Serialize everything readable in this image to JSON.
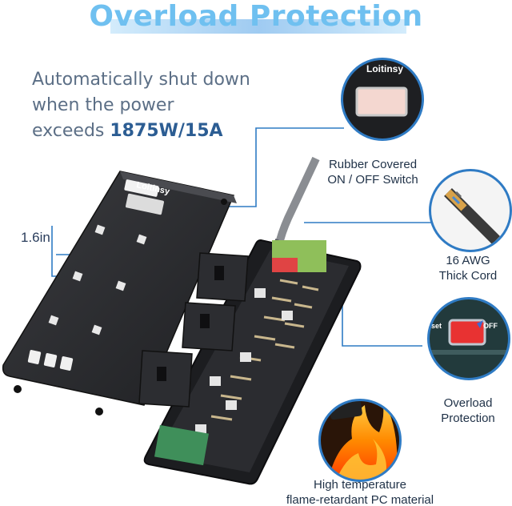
{
  "headline": "Overload Protection",
  "intro": {
    "line1": "Automatically shut down",
    "line2": "when the power",
    "line3_prefix": "exceeds ",
    "line3_value": "1875W/15A"
  },
  "brand": "Loitinsy",
  "measurement": "1.6in",
  "features": {
    "switch": {
      "line1": "Rubber Covered",
      "line2": "ON / OFF Switch"
    },
    "cord": {
      "line1": "16 AWG",
      "line2": "Thick Cord"
    },
    "protection": {
      "line1": "Overload",
      "line2": "Protection",
      "button_left": "eset",
      "button_right": "OFF"
    },
    "material": {
      "line1": "High temperature",
      "line2": "flame-retardant PC material"
    }
  },
  "colors": {
    "headline": "#6fc0f0",
    "accent": "#2f7bc4",
    "intro_text": "#5c6f86",
    "intro_highlight": "#2c5d93",
    "device_body": "#2a2b2e"
  },
  "icons": [
    "outlet-icon",
    "usb-port-icon",
    "power-switch-icon",
    "power-cord-icon",
    "flame-icon",
    "reset-button-icon"
  ]
}
